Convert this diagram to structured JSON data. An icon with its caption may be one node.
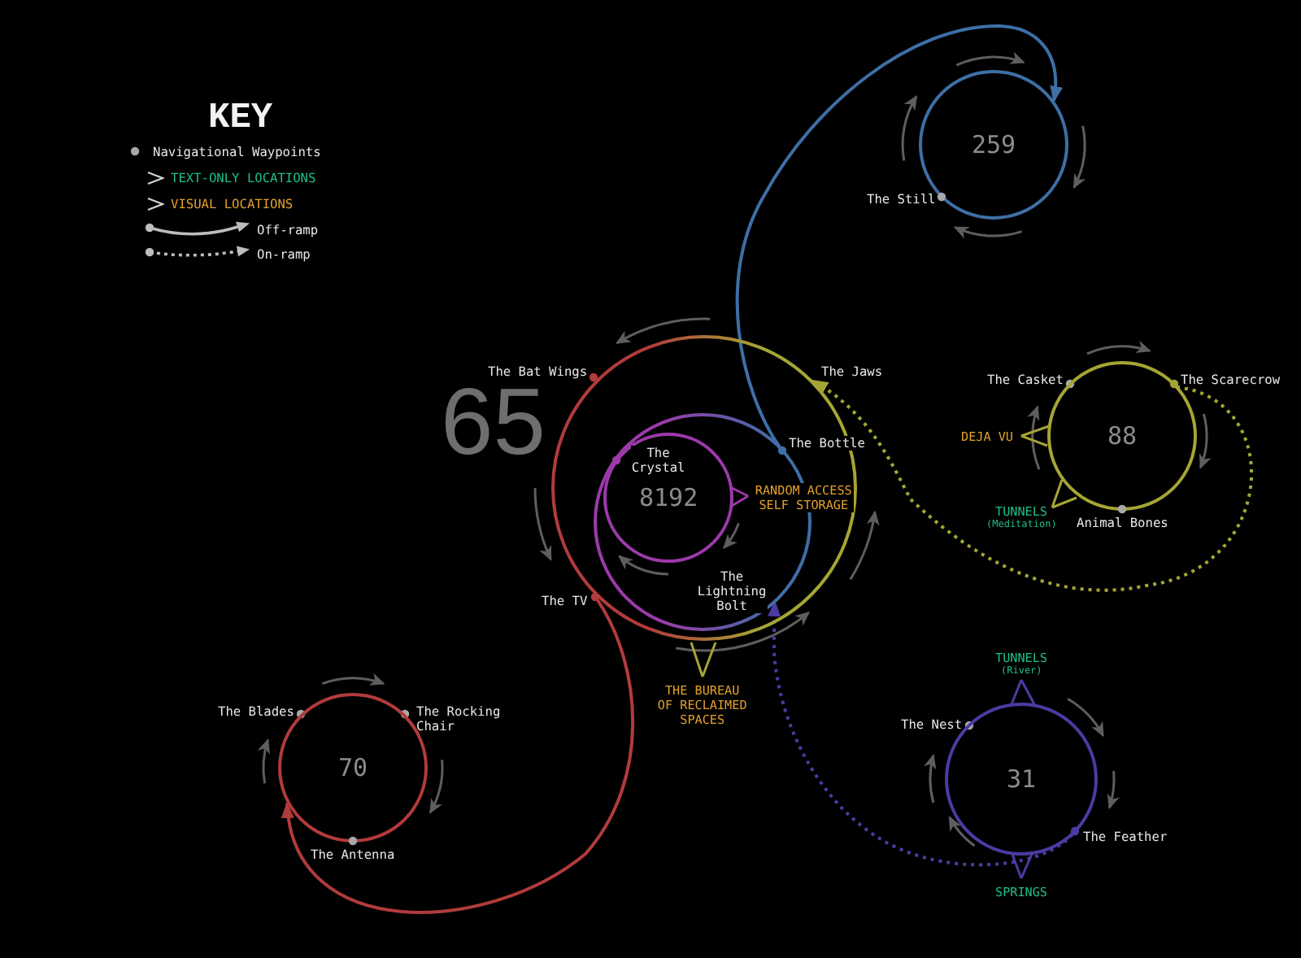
{
  "diagram": {
    "nodes": [
      {
        "text": [
          "259"
        ]
      },
      {
        "text": [
          "The Still"
        ]
      },
      {
        "text": [
          "65"
        ]
      },
      {
        "text": [
          "The Bat Wings"
        ]
      },
      {
        "text": [
          "The Jaws"
        ]
      },
      {
        "text": [
          "The Casket"
        ]
      },
      {
        "text": [
          "The Scarecrow"
        ]
      },
      {
        "text": [
          "88"
        ]
      },
      {
        "text": [],
        "shape": "circle",
        "in": 2
      },
      {
        "text": [
          "The Bottle"
        ]
      },
      {
        "text": [
          "8192"
        ],
        "in": 8
      },
      {
        "text": [
          "The Crystal"
        ],
        "in": 10
      },
      {
        "text": [
          "RANDOM ACCESS SELF STORAGE"
        ],
        "in": 2
      },
      {
        "text": [
          "DEJA VU"
        ]
      },
      {
        "text": [
          "TUNNELS",
          "(Meditation)"
        ]
      },
      {
        "text": [
          "Animal Bones"
        ]
      },
      {
        "text": [
          "The Lightning Bolt"
        ],
        "in": 8
      },
      {
        "text": [
          "The TV"
        ]
      },
      {
        "text": [
          "THE BUREAU OF RECLAIMED SPACES"
        ]
      },
      {
        "text": [
          "TUNNELS",
          "(River)"
        ]
      },
      {
        "text": [
          "The Blades"
        ]
      },
      {
        "text": [
          "The Rocking Chair"
        ]
      },
      {
        "text": [
          "70"
        ]
      },
      {
        "text": [
          "The Nest"
        ]
      },
      {
        "text": [
          "31"
        ]
      },
      {
        "text": [
          "The Feather"
        ]
      },
      {
        "text": [
          "The Antenna"
        ]
      },
      {
        "text": [
          "SPRINGS"
        ]
      }
    ],
    "edges": [
      {
        "from": 17,
        "to": 22,
        "arrow": "to",
        "color": "#b23b3b"
      },
      {
        "from": 9,
        "to": 0,
        "arrow": "to",
        "color": "#3e6fa6"
      },
      {
        "from": 6,
        "to": 4,
        "arrow": "to",
        "style": "dashed",
        "color": "#a5a535"
      },
      {
        "from": 25,
        "to": 16,
        "arrow": "to",
        "style": "dashed",
        "color": "#4c3ba3"
      },
      {
        "from": 12,
        "to": 10,
        "arrow": "none",
        "color": "#9b3aa9"
      },
      {
        "from": 13,
        "to": 7,
        "arrow": "none",
        "color": "#a5a535"
      },
      {
        "from": 14,
        "to": 7,
        "arrow": "none",
        "color": "#a5a535"
      },
      {
        "from": 18,
        "to": 2,
        "arrow": "none",
        "color": "#a5a535"
      },
      {
        "from": 19,
        "to": 24,
        "arrow": "none",
        "color": "#4c3ba3"
      },
      {
        "from": 27,
        "to": 24,
        "arrow": "none",
        "color": "#4c3ba3"
      }
    ],
    "labels": [
      "KEY"
    ],
    "legend": [
      {
        "text": "Navigational Waypoints"
      },
      {
        "text": "TEXT-ONLY LOCATIONS"
      },
      {
        "text": "VISUAL LOCATIONS"
      },
      {
        "text": "Off-ramp"
      },
      {
        "text": "On-ramp"
      }
    ]
  }
}
